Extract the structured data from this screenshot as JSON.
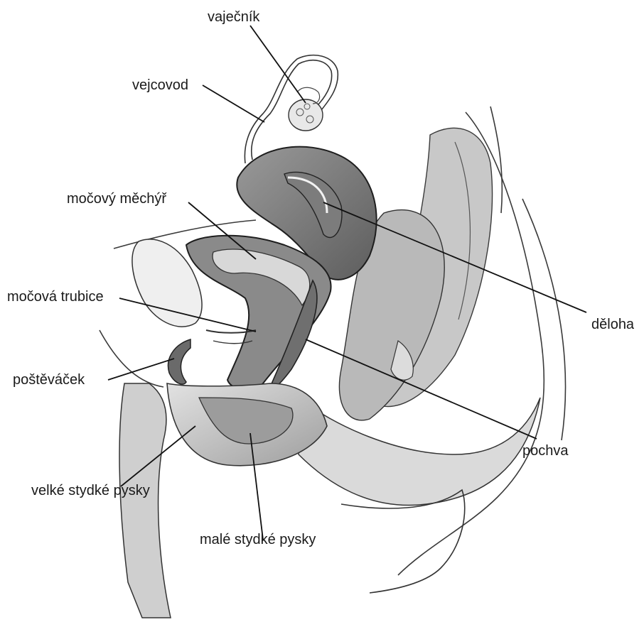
{
  "labels": {
    "ovary": "vaječník",
    "fallopian_tube": "vejcovod",
    "bladder": "močový měchýř",
    "urethra": "močová trubice",
    "clitoris": "poštěváček",
    "labia_majora": "velké stydké pysky",
    "labia_minora": "malé stydké pysky",
    "uterus": "děloha",
    "vagina": "pochva"
  }
}
